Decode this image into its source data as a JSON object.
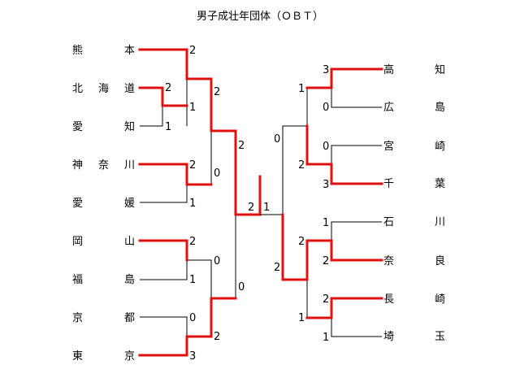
{
  "title": "男子成壮年団体（ＯＢＴ）",
  "left_teams": [
    [
      "熊",
      "本"
    ],
    [
      "北",
      "海",
      "道"
    ],
    [
      "愛",
      "知"
    ],
    [
      "神",
      "奈",
      "川"
    ],
    [
      "愛",
      "媛"
    ],
    [
      "岡",
      "山"
    ],
    [
      "福",
      "島"
    ],
    [
      "京",
      "都"
    ],
    [
      "東",
      "京"
    ]
  ],
  "right_teams": [
    [
      "高",
      "知"
    ],
    [
      "広",
      "島"
    ],
    [
      "宮",
      "崎"
    ],
    [
      "千",
      "葉"
    ],
    [
      "石",
      "川"
    ],
    [
      "奈",
      "良"
    ],
    [
      "長",
      "崎"
    ],
    [
      "埼",
      "玉"
    ]
  ],
  "scores": {
    "kumamoto_r1": "2",
    "hokkaido_pre": "2",
    "aichi_pre": "1",
    "hokkaido_r1": "1",
    "kanagawa_r1": "2",
    "ehime_r1": "1",
    "top_left_r2": "2",
    "mid_left_r2": "0",
    "left_semi_top": "2",
    "okayama_r1": "2",
    "fukushima_r1": "1",
    "kyoto_r1": "0",
    "tokyo_r1": "3",
    "okayama_r2": "0",
    "tokyo_r2": "2",
    "left_semi_bottom": "0",
    "final_left": "2",
    "final_right": "1",
    "kochi_r1": "3",
    "hiroshima_r1": "0",
    "miyazaki_r1": "0",
    "chiba_r1": "3",
    "kochi_r2": "1",
    "chiba_r2": "2",
    "right_semi_top": "0",
    "ishikawa_r1": "1",
    "nara_r1": "2",
    "nagasaki_r1": "2",
    "saitama_r1": "1",
    "nara_r2": "2",
    "nagasaki_r2": "1",
    "right_semi_bottom": "2"
  },
  "colors": {
    "winner_line": "#e01010",
    "line": "#000000"
  }
}
